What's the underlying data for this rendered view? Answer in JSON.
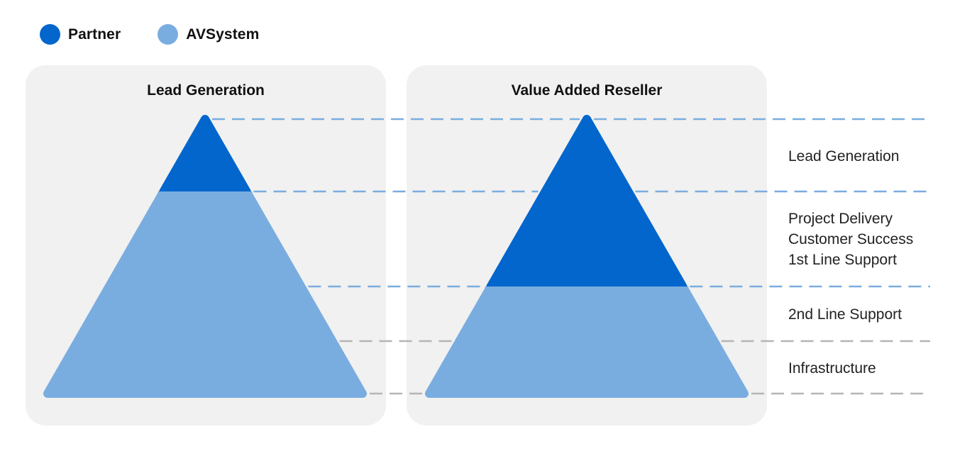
{
  "legend": {
    "items": [
      {
        "label": "Partner",
        "color": "#0366cc"
      },
      {
        "label": "AVSystem",
        "color": "#7aaddf"
      }
    ]
  },
  "panels": [
    {
      "title": "Lead Generation",
      "partner_tiers": 1
    },
    {
      "title": "Value Added Reseller",
      "partner_tiers": 2
    }
  ],
  "tiers": [
    {
      "lines": [
        "Lead Generation"
      ]
    },
    {
      "lines": [
        "Project Delivery",
        "Customer Success",
        "1st Line Support"
      ]
    },
    {
      "lines": [
        "2nd Line Support"
      ]
    },
    {
      "lines": [
        "Infrastructure"
      ]
    }
  ],
  "colors": {
    "partner": "#0366cc",
    "avsystem": "#7aaddf",
    "panel_bg": "#f1f1f1",
    "blue_dash": "#7aaddf",
    "gray_dash": "#b5b5b5"
  }
}
